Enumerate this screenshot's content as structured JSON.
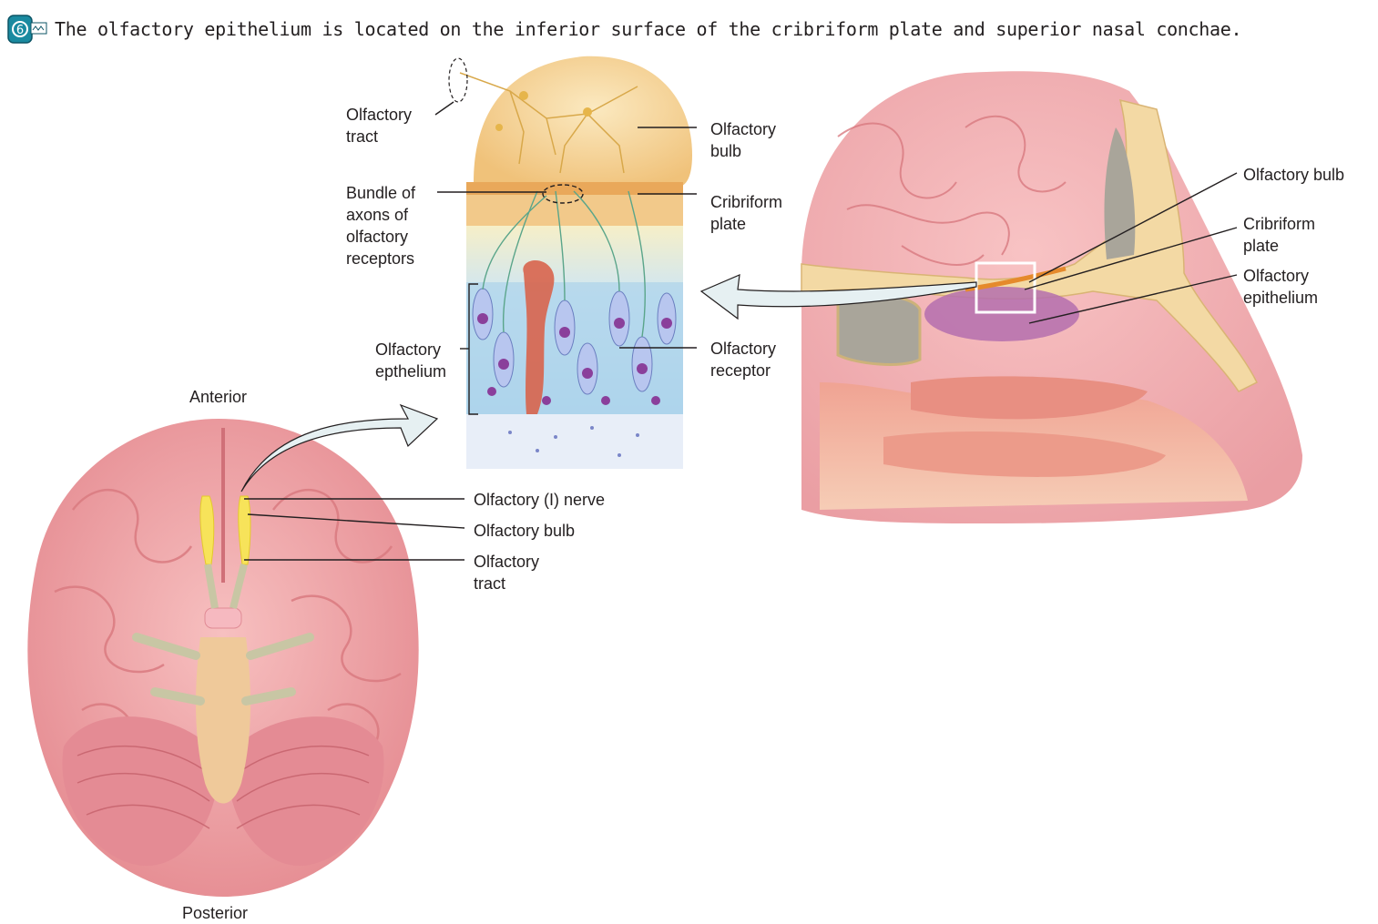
{
  "caption": {
    "key_icon": "key-icon",
    "text": "The olfactory epithelium is located on the inferior surface of the cribriform plate and superior nasal conchae."
  },
  "labels": {
    "tract_top": "Olfactory\ntract",
    "bulb_top": "Olfactory\nbulb",
    "bundle": "Bundle of\naxons of\nolfactory\nreceptors",
    "cribriform_top": "Cribriform\nplate",
    "epithelium_mid": "Olfactory\nepthelium",
    "receptor": "Olfactory\nreceptor",
    "bulb_right": "Olfactory bulb",
    "cribriform_right": "Cribriform\nplate",
    "epithelium_right": "Olfactory\nepithelium",
    "anterior": "Anterior",
    "posterior": "Posterior",
    "nerve_i": "Olfactory (I) nerve",
    "bulb_brain": "Olfactory bulb",
    "tract_brain": "Olfactory\ntract"
  },
  "colors": {
    "brain": "#f2a3a5",
    "brain_dark": "#d97a80",
    "bulb_yellow": "#f7e35a",
    "bone": "#f3d9a4",
    "epithelium_purple": "#b46fae",
    "accent_teal": "#1a8aa0"
  }
}
